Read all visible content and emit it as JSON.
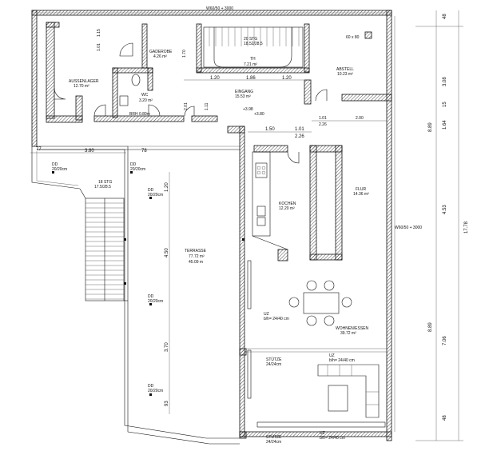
{
  "drawing": {
    "rooms": [
      {
        "id": "gaderobe",
        "name": "GADEROBE",
        "area": "4.26 m²"
      },
      {
        "id": "stg",
        "name": "20 STG",
        "area": "18.52/28.5"
      },
      {
        "id": "th",
        "name": "TH",
        "area": "7.21 m²"
      },
      {
        "id": "abstell",
        "name": "ABSTELL",
        "area": "10.23 m²"
      },
      {
        "id": "aussenlager",
        "name": "AUSSENLAGER",
        "area": "12.70 m²"
      },
      {
        "id": "wc",
        "name": "WC",
        "area": "3.20 m²"
      },
      {
        "id": "eingang",
        "name": "EINGANG",
        "area": "15.53 m²"
      },
      {
        "id": "stg18",
        "name": "18 STG",
        "area": "17.5/28.5"
      },
      {
        "id": "kochen",
        "name": "KOCHEN",
        "area": "12.20 m²"
      },
      {
        "id": "flur",
        "name": "FLUR",
        "area": "14.36 m²"
      },
      {
        "id": "terrasse",
        "name": "TERRASSE",
        "area": "77.72 m²",
        "extra": "45.09 m"
      },
      {
        "id": "wohnen",
        "name": "WOHNEN/ESSEN",
        "area": "39.72 m²"
      }
    ],
    "dimensions_top": [
      "1.20",
      "1.86",
      "1.20"
    ],
    "dimensions_mid": [
      "1.50",
      "1.01",
      "2.26"
    ],
    "dimensions_right_top": [
      "1.01",
      "2.26",
      "2.00"
    ],
    "dimension_left": "3.80",
    "dimension_left_small": [
      "77",
      "78"
    ],
    "dimension_vertical_center": [
      "1.20",
      "4.50",
      "3.70",
      "93"
    ],
    "dimension_right_chain": [
      "48",
      "3.08",
      "15",
      "1.64",
      "4.53",
      "7.06",
      "48"
    ],
    "dimension_right_totals": [
      "8.89",
      "17.78",
      "8.89"
    ],
    "dimension_small_left": [
      "1.01",
      "1.15",
      "2.01",
      "1.70",
      "1.11"
    ],
    "level_marks": [
      "+3.98",
      "+3.80"
    ],
    "dd_labels": [
      "DD",
      "20/20cm"
    ],
    "stuetze_labels": [
      "STÜTZE",
      "24/24cm"
    ],
    "uz_labels": [
      "UZ",
      "b/h= 24/40 cm"
    ],
    "top_note": "W60/50 + 3000",
    "right_note": "W60/50 + 3000",
    "small_note": "60 x 80",
    "brh_note": "BRH 0.80m"
  }
}
